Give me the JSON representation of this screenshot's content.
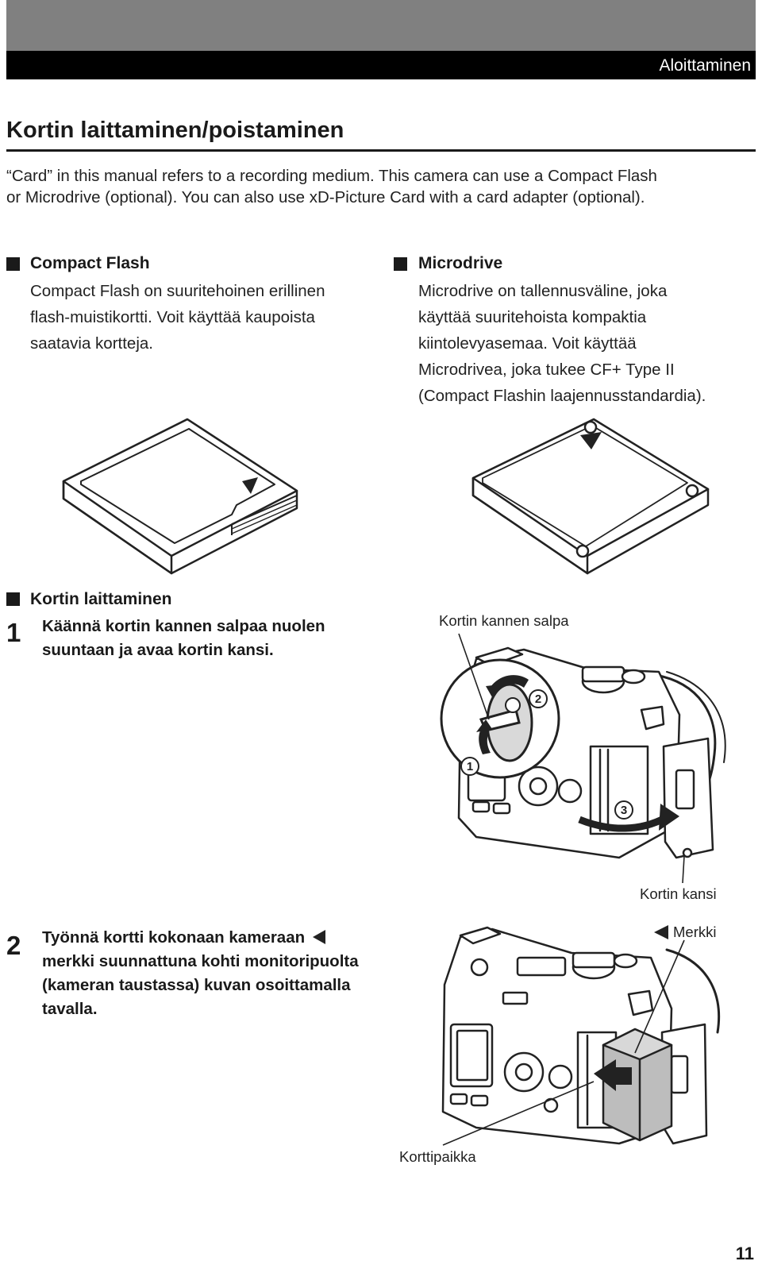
{
  "header": {
    "chapter": "Aloittaminen"
  },
  "page_title": "Kortin laittaminen/poistaminen",
  "intro": {
    "line1": "“Card” in this manual refers to a recording medium. This camera can use a Compact Flash",
    "line2": "or Microdrive (optional). You can also use xD-Picture Card with a card adapter (optional)."
  },
  "compact_flash": {
    "heading": "Compact Flash",
    "lines": [
      "Compact Flash on suuritehoinen erillinen",
      "flash-muistikortti. Voit käyttää kaupoista",
      "saatavia kortteja."
    ]
  },
  "microdrive": {
    "heading": "Microdrive",
    "lines": [
      "Microdrive on tallennusväline, joka",
      "käyttää suuritehoista kompaktia",
      "kiintolevyasemaa. Voit käyttää",
      "Microdrivea, joka tukee CF+ Type  II",
      "(Compact Flashin laajennusstandardia)."
    ]
  },
  "insert_section": {
    "heading": "Kortin laittaminen",
    "step1": {
      "number": "1",
      "lines": [
        "Käännä kortin kannen salpaa nuolen",
        "suuntaan ja avaa kortin kansi."
      ]
    },
    "step2": {
      "number": "2",
      "lines": [
        "Työnnä kortti kokonaan kameraan",
        "merkki suunnattuna kohti monitoripuolta",
        "(kameran taustassa) kuvan osoittamalla",
        "tavalla."
      ]
    }
  },
  "figure1": {
    "label_latch": "Kortin kannen salpa",
    "label_cover": "Kortin kansi",
    "callouts": [
      "1",
      "2",
      "3"
    ]
  },
  "figure2": {
    "label_mark": "Merkki",
    "label_slot": "Korttipaikka"
  },
  "page_number": "11",
  "icons": [
    "triangle-mark-icon",
    "square-bullet-icon"
  ]
}
